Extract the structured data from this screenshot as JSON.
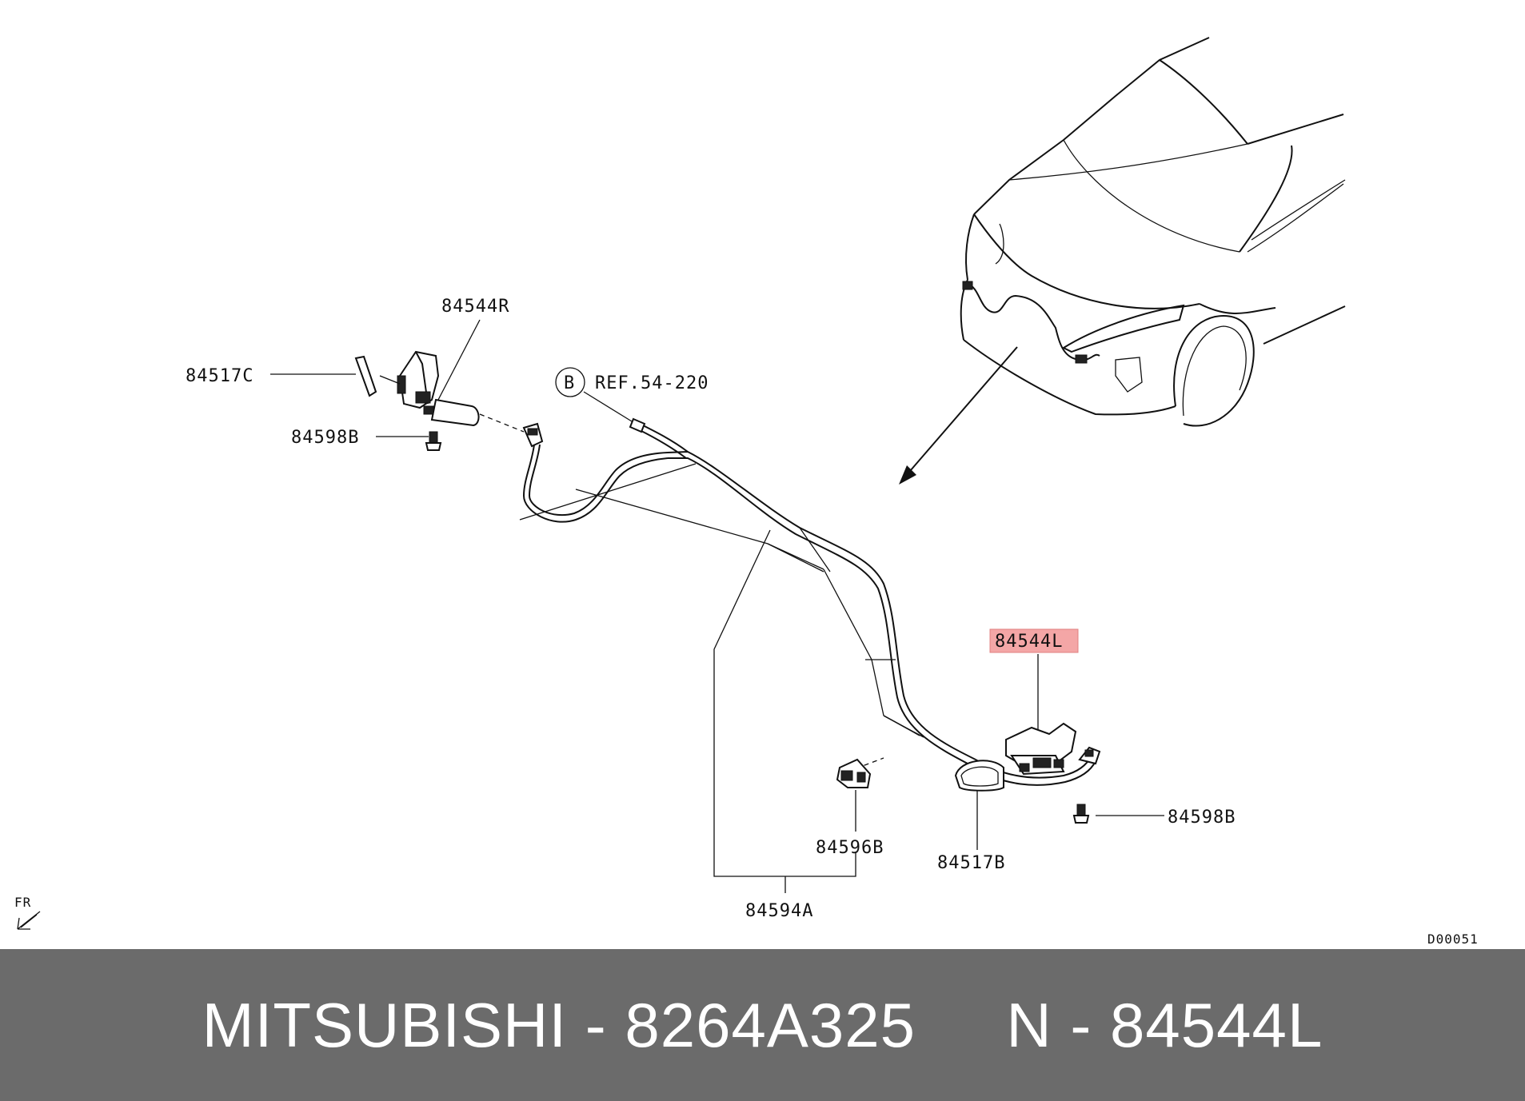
{
  "labels": {
    "hood_r": "84544R",
    "cap_c": "84517C",
    "bolt_r": "84598B",
    "ref_circle": "B",
    "ref_text": "REF.54-220",
    "hood_l": "84544L",
    "bolt_l": "84598B",
    "clip": "84596B",
    "cap_b": "84517B",
    "hose": "84594A",
    "fr": "FR",
    "diagram_code": "D00051"
  },
  "highlight_color": "#f4a6a6",
  "footer": {
    "brand": "MITSUBISHI",
    "part_number": "8264A325",
    "catalog_ref": "N - 84544L",
    "separator": " - ",
    "text": "MITSUBISHI - 8264A325     N - 84544L"
  }
}
